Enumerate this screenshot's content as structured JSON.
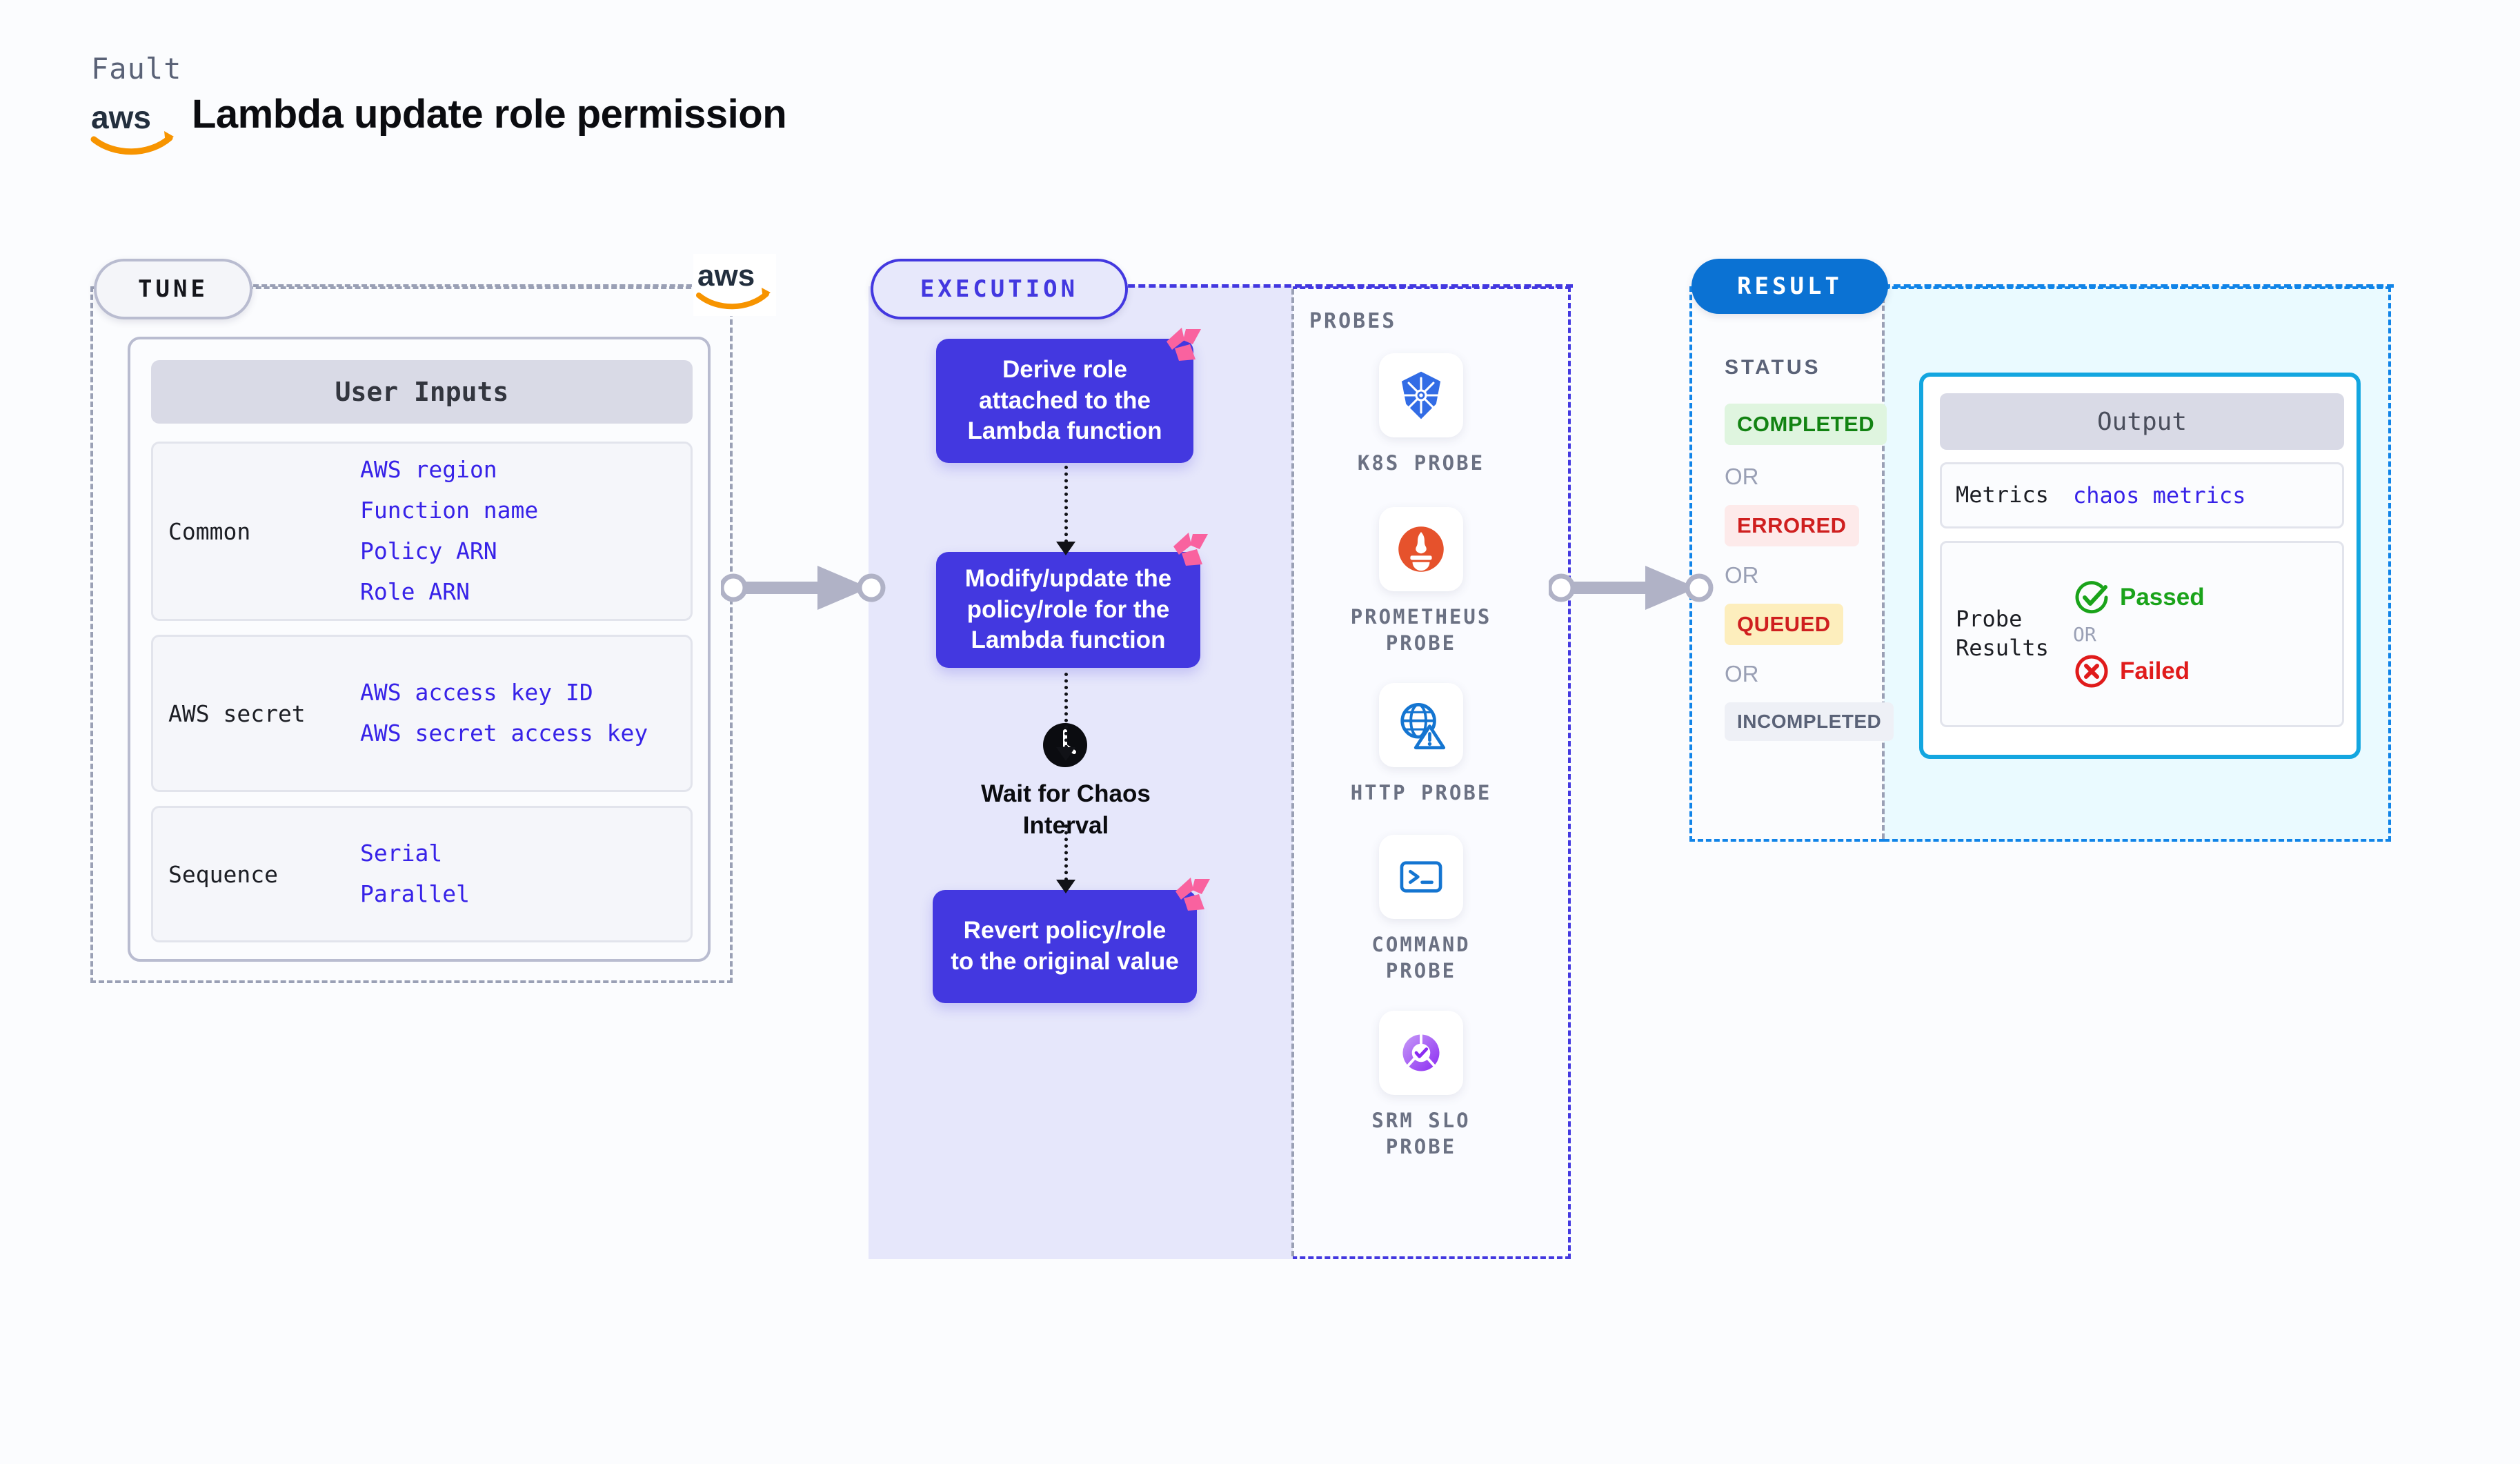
{
  "header": {
    "fault_label": "Fault",
    "title": "Lambda update role permission",
    "logo_name": "aws-logo"
  },
  "tune": {
    "pill_label": "TUNE",
    "provider_logo": "aws-logo",
    "card_title": "User Inputs",
    "groups": [
      {
        "label": "Common",
        "values": [
          "AWS region",
          "Function name",
          "Policy ARN",
          "Role ARN"
        ]
      },
      {
        "label": "AWS secret",
        "values": [
          "AWS access key ID",
          "AWS secret access key"
        ]
      },
      {
        "label": "Sequence",
        "values": [
          "Serial",
          "Parallel"
        ]
      }
    ]
  },
  "execution": {
    "pill_label": "EXECUTION",
    "steps": [
      {
        "text": "Derive role attached to the Lambda function",
        "badge": "litmus-icon"
      },
      {
        "text": "Modify/update the policy/role for the Lambda function",
        "badge": "litmus-icon"
      },
      {
        "text": "Revert policy/role to the original value",
        "badge": "litmus-icon"
      }
    ],
    "wait": {
      "icon": "clock-icon",
      "label": "Wait for Chaos Interval"
    },
    "probes_title": "PROBES",
    "probes": [
      {
        "label": "K8S PROBE",
        "icon": "kubernetes-icon"
      },
      {
        "label": "PROMETHEUS PROBE",
        "icon": "prometheus-icon"
      },
      {
        "label": "HTTP PROBE",
        "icon": "http-globe-icon"
      },
      {
        "label": "COMMAND PROBE",
        "icon": "terminal-icon"
      },
      {
        "label": "SRM SLO PROBE",
        "icon": "slo-donut-icon"
      }
    ]
  },
  "result": {
    "pill_label": "RESULT",
    "status_title": "STATUS",
    "or_label": "OR",
    "statuses": [
      {
        "label": "COMPLETED",
        "color": "#128312",
        "bg": "#dff5df"
      },
      {
        "label": "ERRORED",
        "color": "#cf1f1f",
        "bg": "#fdeaea"
      },
      {
        "label": "QUEUED",
        "color": "#cf1f1f",
        "bg": "#fdeebd"
      },
      {
        "label": "INCOMPLETED",
        "color": "#5a6277",
        "bg": "#eef0f6"
      }
    ],
    "output": {
      "title": "Output",
      "metrics_label": "Metrics",
      "metrics_value": "chaos metrics",
      "probe_results_label": "Probe Results",
      "passed_label": "Passed",
      "failed_label": "Failed",
      "or_label": "OR"
    }
  },
  "colors": {
    "execution_accent": "#4338e0",
    "result_accent": "#0b72d3",
    "output_accent": "#13a6e0",
    "litmus_pink": "#f9629f",
    "aws_orange": "#f79400",
    "input_blue": "#3722e8"
  }
}
